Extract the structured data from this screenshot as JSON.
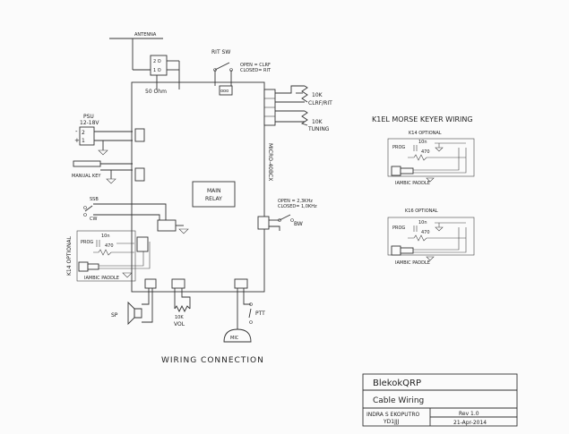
{
  "labels": {
    "antenna": "ANTENNA",
    "ohm50": "50 Ohm",
    "rit_sw": "RIT SW",
    "rit_open": "OPEN = CLRF",
    "rit_closed": "CLOSED= RIT",
    "pot1_value": "10K",
    "pot1_name": "CLRF/RIT",
    "pot2_value": "10K",
    "pot2_name": "TUNING",
    "psu": "PSU",
    "psu_voltage": "12-18V",
    "minus": "-",
    "plus": "+",
    "pin2": "2",
    "pin1": "1",
    "manual_key": "MANUAL KEY",
    "ssb": "SSB",
    "cw": "CW",
    "k14_side": "K14 OPTIONAL",
    "prog": "PROG",
    "cap_10n": "10n",
    "res_470": "470",
    "iambic": "IAMBIC PADDLE",
    "main_board": "MICRO-40BCX",
    "main_relay_1": "MAIN",
    "main_relay_2": "RELAY",
    "bw_open": "OPEN = 2,3KHz",
    "bw_closed": "CLOSED= 1,0KHz",
    "bw": "BW",
    "sp": "SP",
    "vol_value": "10K",
    "vol": "VOL",
    "ptt": "PTT",
    "mic": "MIC",
    "wiring_title": "WIRING CONNECTION",
    "keyer_title": "K1EL MORSE KEYER WIRING",
    "k14_optional": "K14 OPTIONAL",
    "k16_optional": "K16 OPTIONAL"
  },
  "title_block": {
    "project": "BlekokQRP",
    "sheet": "Cable Wiring",
    "author": "INDRA S EKOPUTRO",
    "callsign": "YD1JJJ",
    "rev": "Rev 1.0",
    "date": "21-Apr-2014"
  }
}
